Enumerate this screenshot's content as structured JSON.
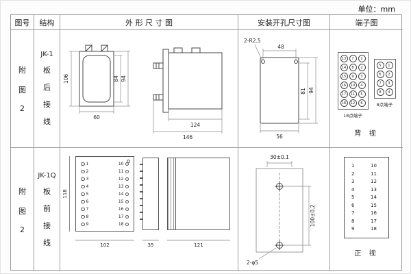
{
  "unit_note": "单位：mm",
  "headers": {
    "fig_no": "图号",
    "structure": "结构",
    "outline": "外 形 尺 寸 图",
    "install": "安装开孔尺寸图",
    "terminal": "端子图"
  },
  "row1": {
    "fig_chars": [
      "附",
      "图",
      "2"
    ],
    "structure_model": "JK-1",
    "structure_chars": [
      "板",
      "后",
      "接",
      "线"
    ],
    "outline": {
      "front": {
        "h_left": "106",
        "h_inner": "84",
        "h_right": "94",
        "w_bottom": "60"
      },
      "side": {
        "d_inner": "124",
        "d_outer": "146"
      }
    },
    "install": {
      "corner_note": "2-R2.5",
      "w_top": "48",
      "h_inner": "81",
      "h_outer": "94",
      "w_bottom": "56"
    },
    "terminal": {
      "grid18": [
        "13",
        "7",
        "1",
        "14",
        "8",
        "2",
        "15",
        "9",
        "3",
        "16",
        "10",
        "4",
        "17",
        "11",
        "5",
        "18",
        "12",
        "6"
      ],
      "grid8": [
        "5",
        "1",
        "6",
        "2",
        "7",
        "3",
        "8",
        "4"
      ],
      "label18": "18点端子",
      "label8": "8点端子",
      "view": "背 视"
    }
  },
  "row2": {
    "fig_chars": [
      "附",
      "图",
      "2"
    ],
    "structure_model": "JK-1Q",
    "structure_chars": [
      "板",
      "前",
      "接",
      "线"
    ],
    "outline": {
      "left_terminals": [
        "1",
        "2",
        "3",
        "4",
        "5",
        "6",
        "7",
        "8",
        "9"
      ],
      "right_terminals": [
        "10",
        "11",
        "12",
        "13",
        "14",
        "15",
        "16",
        "17",
        "18"
      ],
      "h_left": "118",
      "w_left": "102",
      "w_mid": "35",
      "w_right": "121"
    },
    "install": {
      "dim_top": "30±0.1",
      "dim_right": "100±0.2",
      "hole_note": "2-φ5"
    },
    "terminal": {
      "pairs": [
        "1",
        "10",
        "2",
        "11",
        "3",
        "12",
        "4",
        "13",
        "5",
        "14",
        "6",
        "15",
        "7",
        "16",
        "8",
        "17",
        "9",
        "18"
      ],
      "view": "正 视"
    }
  }
}
